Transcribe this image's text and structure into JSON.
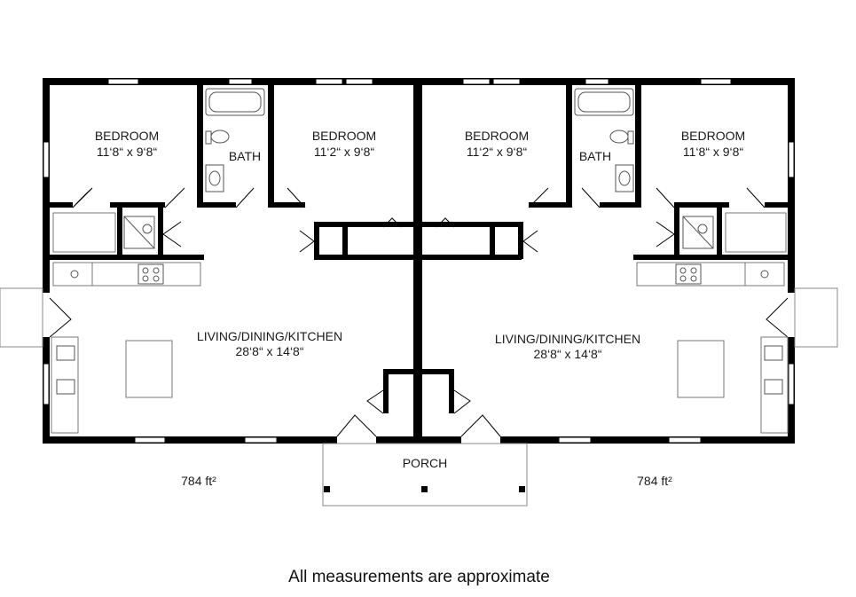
{
  "units": [
    {
      "bedroom_a": {
        "name": "BEDROOM",
        "size": "11‘8“ x 9‘8“"
      },
      "bath": {
        "name": "BATH"
      },
      "bedroom_b": {
        "name": "BEDROOM",
        "size": "11‘2“ x 9‘8“"
      },
      "living": {
        "name": "LIVING/DINING/KITCHEN",
        "size": "28‘8“ x 14‘8“"
      },
      "area": "784 ft²"
    },
    {
      "bedroom_a": {
        "name": "BEDROOM",
        "size": "11‘2“ x 9‘8“"
      },
      "bath": {
        "name": "BATH"
      },
      "bedroom_b": {
        "name": "BEDROOM",
        "size": "11‘8“ x 9‘8“"
      },
      "living": {
        "name": "LIVING/DINING/KITCHEN",
        "size": "28‘8“ x 14‘8“"
      },
      "area": "784 ft²"
    }
  ],
  "porch": {
    "name": "PORCH"
  },
  "note": "All measurements are approximate",
  "colors": {
    "wall": "#000000",
    "fixture": "#555555",
    "background": "#ffffff"
  }
}
